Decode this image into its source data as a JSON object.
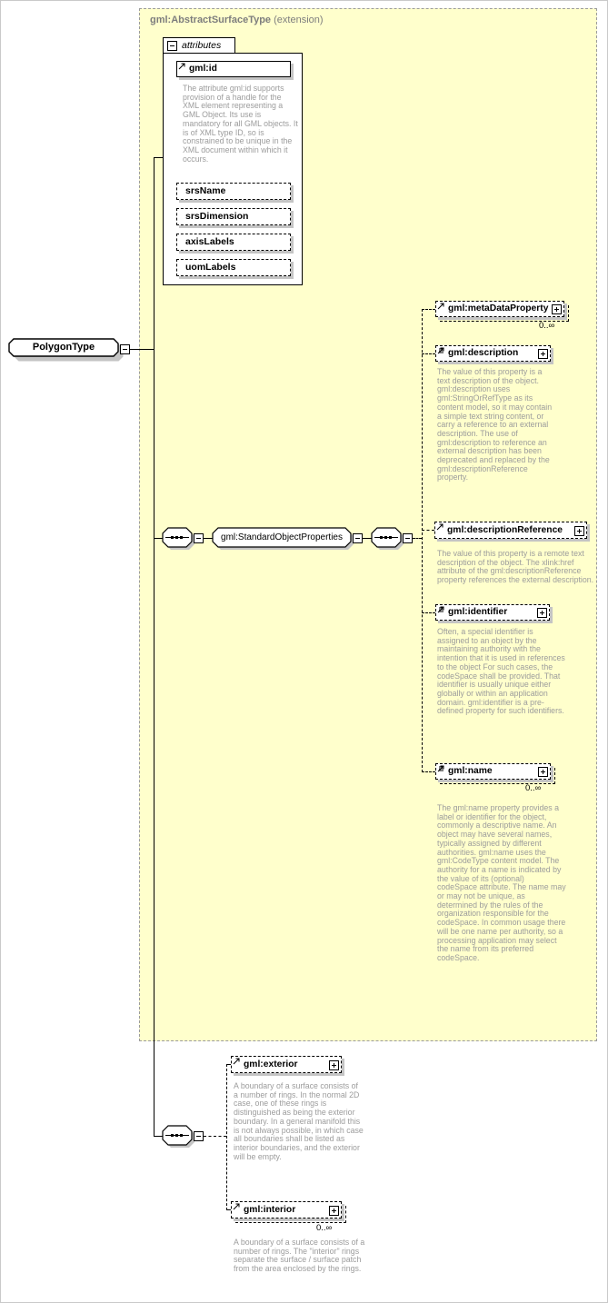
{
  "style": {
    "panel_fill": "#ffffcc",
    "shadow": "#c4c4c4"
  },
  "header": {
    "type_name": "gml:AbstractSurfaceType",
    "kind": " (extension)"
  },
  "root": {
    "label": "PolygonType"
  },
  "attributes_panel": {
    "title": "attributes",
    "id_attr": {
      "name": "gml:id",
      "doc": "The attribute gml:id supports provision of a handle for the XML element representing a GML Object. Its use is mandatory for all GML objects. It is of XML type ID, so is constrained to be unique in the XML document within which it occurs."
    },
    "optional": [
      {
        "name": "srsName"
      },
      {
        "name": "srsDimension"
      },
      {
        "name": "axisLabels"
      },
      {
        "name": "uomLabels"
      }
    ]
  },
  "group": {
    "label": "gml:StandardObjectProperties"
  },
  "properties": [
    {
      "name": "gml:metaDataProperty",
      "occurs": "0..∞"
    },
    {
      "name": "gml:description",
      "doc": "The value of this property is a text description of the object. gml:description uses gml:StringOrRefType as its content model, so it may contain a simple text string content, or carry a reference to an external description. The use of gml:description to reference an external description has been deprecated and replaced by the gml:descriptionReference property."
    },
    {
      "name": "gml:descriptionReference",
      "doc": "The value of this property is a remote text description of the object. The xlink:href attribute of the gml:descriptionReference property references the external description."
    },
    {
      "name": "gml:identifier",
      "doc": "Often, a special identifier is assigned to an object by the maintaining authority with the intention that it is used in references to the object For such cases, the codeSpace shall be provided. That identifier is usually unique either globally or within an application domain. gml:identifier is a pre-defined property for such identifiers."
    },
    {
      "name": "gml:name",
      "occurs": "0..∞",
      "doc": "The gml:name property provides a label or identifier for the object, commonly a descriptive name. An object may have several names, typically assigned by different authorities. gml:name uses the gml:CodeType content model.  The authority for a name is indicated by the value of its (optional) codeSpace attribute.  The name may or may not be unique, as determined by the rules of the organization responsible for the codeSpace.  In common usage there will be one name per authority, so a processing application may select the name from its preferred codeSpace."
    }
  ],
  "content_elements": [
    {
      "name": "gml:exterior",
      "doc": "A boundary of a surface consists of a number of rings. In the normal 2D case, one of these rings is distinguished as being the exterior boundary. In a general manifold this is not always possible, in which case all boundaries shall be listed as interior boundaries, and the exterior will be empty."
    },
    {
      "name": "gml:interior",
      "occurs": "0..∞",
      "doc": "A boundary of a surface consists of a number of rings. The \"interior\" rings separate the surface / surface patch from the area enclosed by the rings."
    }
  ]
}
